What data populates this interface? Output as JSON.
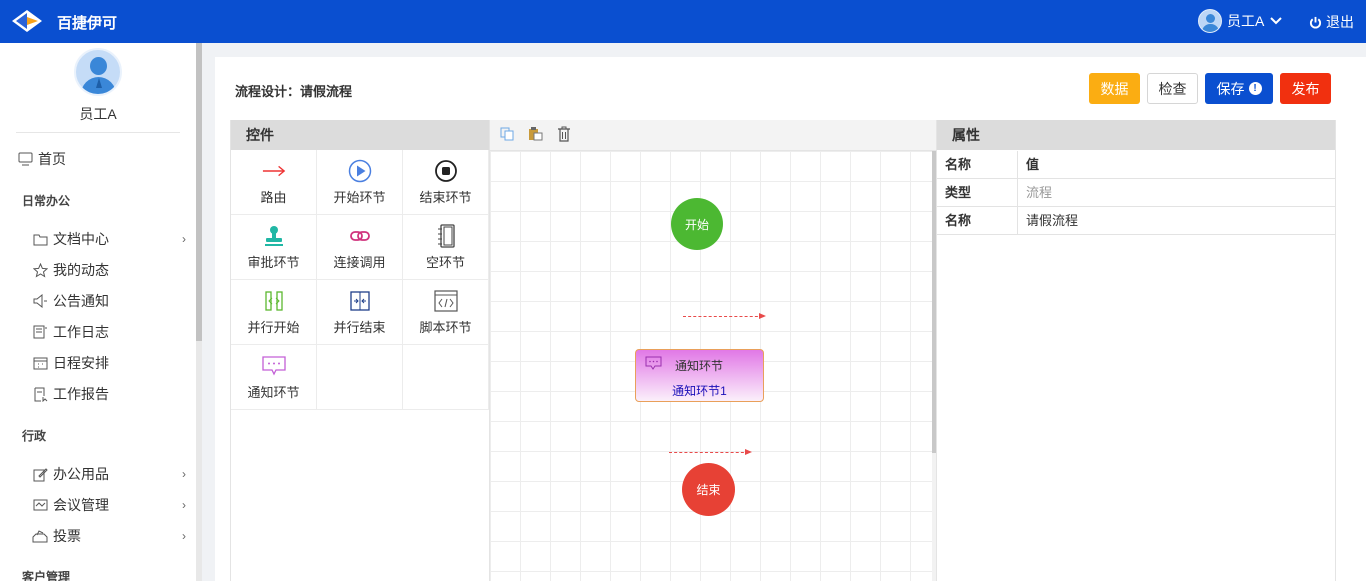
{
  "header": {
    "app_title": "百捷伊可",
    "user_name": "员工A",
    "logout_label": "退出"
  },
  "sidebar": {
    "user_name": "员工A",
    "home": "首页",
    "groups": {
      "office": "日常办公",
      "admin": "行政",
      "customer": "客户管理"
    },
    "office_items": [
      {
        "label": "文档中心",
        "icon": "folder-icon",
        "has_arrow": true
      },
      {
        "label": "我的动态",
        "icon": "star-icon",
        "has_arrow": false
      },
      {
        "label": "公告通知",
        "icon": "speaker-icon",
        "has_arrow": false
      },
      {
        "label": "工作日志",
        "icon": "book-icon",
        "has_arrow": false
      },
      {
        "label": "日程安排",
        "icon": "calendar-icon",
        "has_arrow": false
      },
      {
        "label": "工作报告",
        "icon": "report-icon",
        "has_arrow": false
      }
    ],
    "admin_items": [
      {
        "label": "办公用品",
        "icon": "edit-icon",
        "has_arrow": true
      },
      {
        "label": "会议管理",
        "icon": "meeting-icon",
        "has_arrow": true
      },
      {
        "label": "投票",
        "icon": "vote-icon",
        "has_arrow": true
      }
    ]
  },
  "page": {
    "title": "流程设计：请假流程",
    "buttons": {
      "data": "数据",
      "check": "检查",
      "save": "保存",
      "publish": "发布"
    }
  },
  "controls": {
    "title": "控件",
    "items": [
      {
        "label": "路由",
        "icon": "arrow-right-icon"
      },
      {
        "label": "开始环节",
        "icon": "play-circle-icon"
      },
      {
        "label": "结束环节",
        "icon": "stop-circle-icon"
      },
      {
        "label": "审批环节",
        "icon": "stamp-icon"
      },
      {
        "label": "连接调用",
        "icon": "link-icon"
      },
      {
        "label": "空环节",
        "icon": "notebook-icon"
      },
      {
        "label": "并行开始",
        "icon": "parallel-start-icon"
      },
      {
        "label": "并行结束",
        "icon": "parallel-end-icon"
      },
      {
        "label": "脚本环节",
        "icon": "code-icon"
      },
      {
        "label": "通知环节",
        "icon": "message-icon"
      }
    ]
  },
  "canvas": {
    "start_label": "开始",
    "end_label": "结束",
    "task": {
      "type": "通知环节",
      "name": "通知环节1"
    }
  },
  "properties": {
    "title": "属性",
    "header": {
      "key": "名称",
      "value": "值"
    },
    "rows": [
      {
        "key": "类型",
        "value": "流程"
      },
      {
        "key": "名称",
        "value": "请假流程"
      }
    ]
  },
  "colors": {
    "brand": "#0a4fd0",
    "data_button": "#fbad12",
    "publish_button": "#f1300f",
    "start_node": "#4cb832",
    "end_node": "#e74135"
  }
}
